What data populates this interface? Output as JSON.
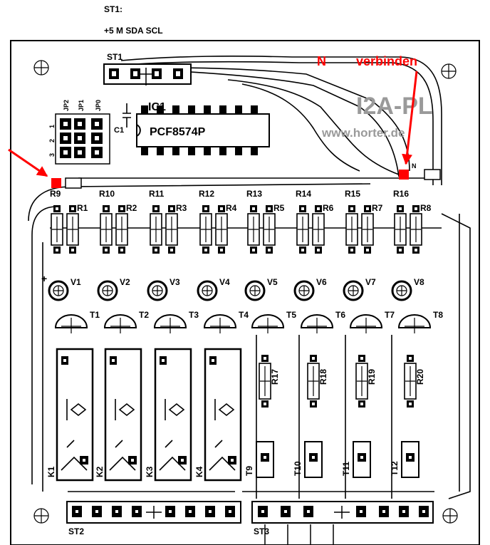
{
  "header": {
    "title": "ST1:",
    "pins": "+5   M   SDA SCL"
  },
  "annotation": {
    "n": "N",
    "text": "verbinden",
    "color": "#ff0000"
  },
  "board": {
    "ic_ref": "IC1",
    "ic_part": "PCF8574P",
    "cap": "C1",
    "st1": "ST1",
    "st2": "ST2",
    "st3": "ST3",
    "brand": "I2A-PL",
    "url": "www.horter.de",
    "jumpers": [
      "JP2",
      "JP1",
      "JP0"
    ],
    "jumper_rows": [
      "1",
      "2",
      "3"
    ],
    "plus": "+",
    "n_mark": "N"
  },
  "resistors_top": [
    "R9",
    "R10",
    "R11",
    "R12",
    "R13",
    "R14",
    "R15",
    "R16"
  ],
  "resistors_side": [
    "R1",
    "R2",
    "R3",
    "R4",
    "R5",
    "R6",
    "R7",
    "R8"
  ],
  "leds": [
    "V1",
    "V2",
    "V3",
    "V4",
    "V5",
    "V6",
    "V7",
    "V8"
  ],
  "transistors": [
    "T1",
    "T2",
    "T3",
    "T4",
    "T5",
    "T6",
    "T7",
    "T8"
  ],
  "relays": [
    "K1",
    "K2",
    "K3",
    "K4"
  ],
  "resistors_low": [
    "R17",
    "R18",
    "R19",
    "R20"
  ],
  "transistors_low": [
    "T9",
    "T10",
    "T11",
    "T12"
  ],
  "colors": {
    "pcb": "#000000",
    "marker": "#ff0000",
    "watermark": "#9a9a9a"
  }
}
